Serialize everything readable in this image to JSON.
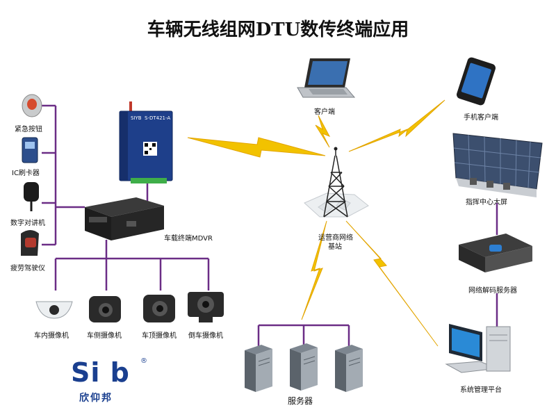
{
  "title": "车辆无线组网DTU数传终端应用",
  "device": {
    "model": "S-DT421-A",
    "brand_mark": "SIYB"
  },
  "labels": {
    "emergency_button": "紧急按钮",
    "ic_card_reader": "IC刷卡器",
    "digital_intercom": "数字对讲机",
    "fatigue_detector": "疲劳驾驶仪",
    "mdvr": "车载终端MDVR",
    "cam_inside": "车内摄像机",
    "cam_side": "车侧摄像机",
    "cam_top": "车顶摄像机",
    "cam_rear": "倒车摄像机",
    "client": "客户端",
    "mobile_client": "手机客户端",
    "base_station_line1": "运营商网络",
    "base_station_line2": "基站",
    "command_screen": "指挥中心大屏",
    "decode_server": "网络解码服务器",
    "servers": "服务器",
    "mgmt_platform": "系统管理平台"
  },
  "logo": {
    "text": "Si b",
    "cn": "欣仰邦",
    "reg": "®"
  },
  "colors": {
    "line": "#6b2d86",
    "lightning": "#f2c200",
    "lightning_edge": "#e3a500",
    "logo": "#1a3f8f"
  }
}
